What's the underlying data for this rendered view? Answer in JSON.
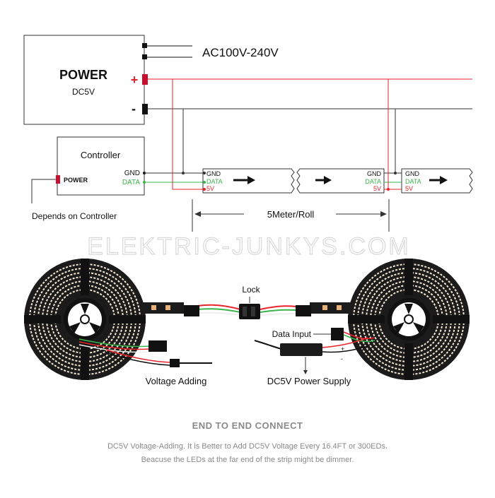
{
  "power_supply": {
    "title": "POWER",
    "voltage": "DC5V",
    "plus": "+",
    "minus": "-",
    "input_label": "AC100V-240V"
  },
  "controller": {
    "title": "Controller",
    "power_label": "POWER",
    "gnd": "GND",
    "data": "DATA",
    "note": "Depends on Controller"
  },
  "strip": {
    "gnd": "GND",
    "data": "DATA",
    "v5": "5V",
    "length_label": "5Meter/Roll"
  },
  "watermark": "ELEKTRIC-JUNKYS.COM",
  "photo_labels": {
    "lock": "Lock",
    "data_input": "Data Input",
    "voltage_adding": "Voltage Adding",
    "power_supply": "DC5V Power Supply",
    "plus": "+",
    "minus": "-"
  },
  "footer": {
    "title": "END TO END CONNECT",
    "line1": "DC5V Voltage-Adding. It is Better to Add DC5V Voltage Every 16.4FT or 300EDs.",
    "line2": "Beacuse the LEDs at the far end of the strip might be dimmer."
  },
  "colors": {
    "positive": "#e8232a",
    "data": "#3cb44b",
    "ground": "#222222",
    "watermark": "#d9d9d9",
    "text_gray": "#8a8a8a"
  }
}
